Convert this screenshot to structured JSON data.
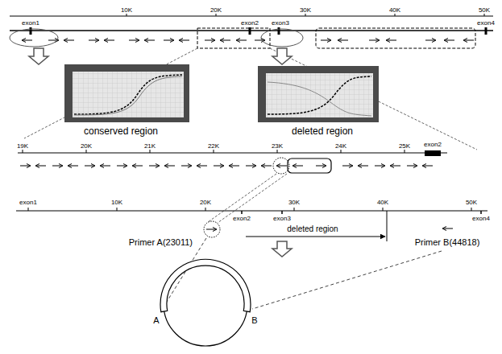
{
  "diagram": {
    "labels": [
      "exon1",
      "10K",
      "20K",
      "30K",
      "40K",
      "50K",
      "exon2",
      "exon3",
      "exon4",
      "conserved region",
      "deleted region",
      "19K",
      "20K",
      "21K",
      "22K",
      "23K",
      "24K",
      "25K",
      "exon2",
      "exon1",
      "10K",
      "20K",
      "30K",
      "40K",
      "50K",
      "exon2",
      "exon3",
      "exon4",
      "Primer A(23011)",
      "deleted region",
      "Primer B(44818)",
      "A",
      "B"
    ]
  }
}
